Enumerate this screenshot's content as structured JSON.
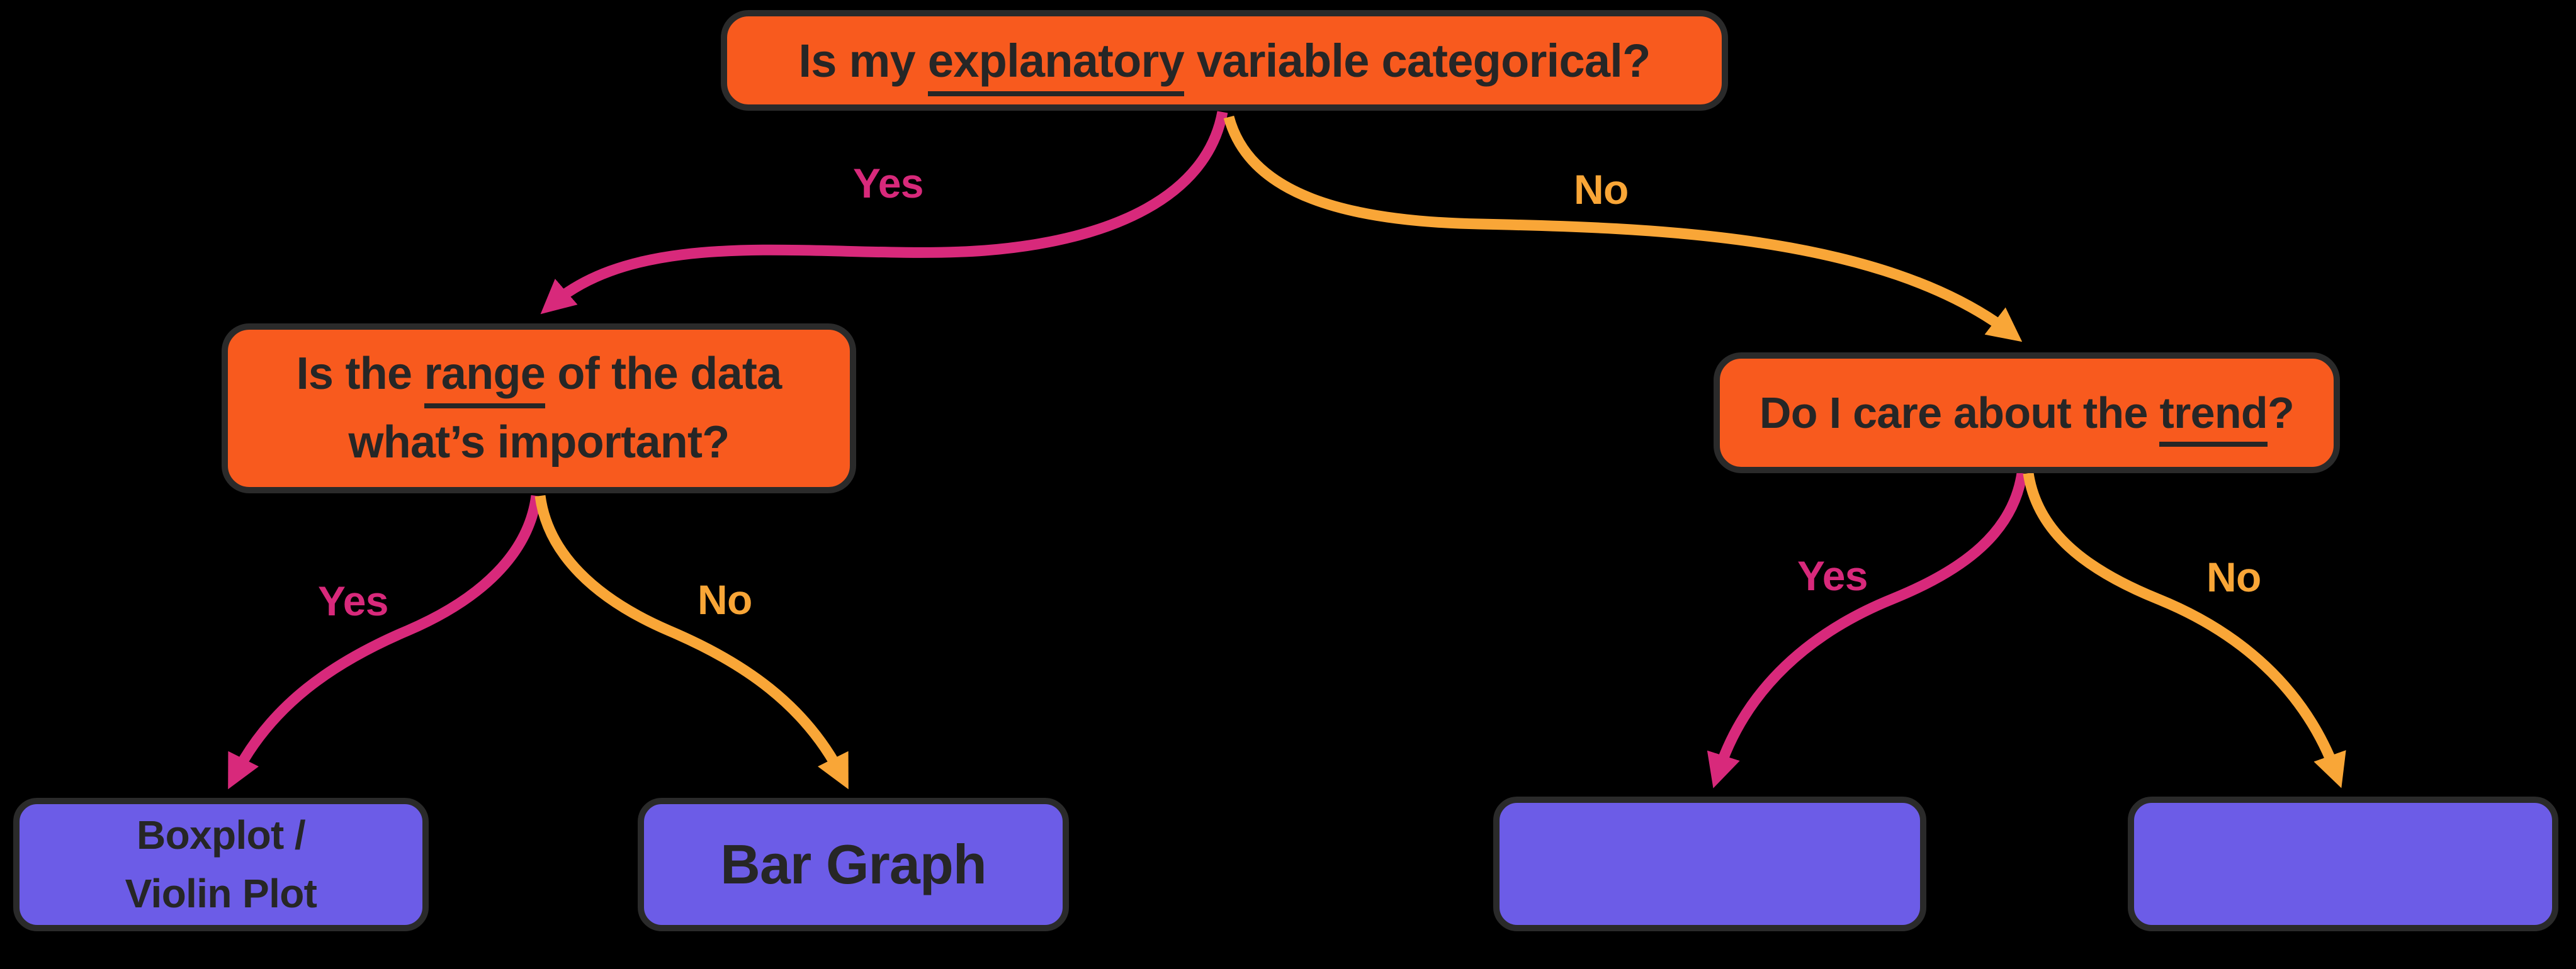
{
  "colors": {
    "background": "#000000",
    "box_orange": "#F85A1E",
    "box_purple": "#6C5CE7",
    "outline": "#2A2A2A",
    "text_dark": "#262626",
    "yes_pink": "#D8297B",
    "no_yellow": "#F9A637"
  },
  "nodes": {
    "root": {
      "pre": "Is my ",
      "underlined": "explanatory",
      "post": " variable categorical?"
    },
    "range": {
      "line1_pre": "Is the ",
      "line1_underlined": "range",
      "line1_post": " of the data",
      "line2": "what’s important?"
    },
    "trend": {
      "pre": "Do I care about the ",
      "underlined": "trend",
      "post": "?"
    },
    "boxplot": {
      "line1": "Boxplot /",
      "line2": "Violin Plot"
    },
    "bargraph": {
      "label": "Bar Graph"
    },
    "empty_left": {
      "label": ""
    },
    "empty_right": {
      "label": ""
    }
  },
  "edges": {
    "root_yes": {
      "label": "Yes"
    },
    "root_no": {
      "label": "No"
    },
    "range_yes": {
      "label": "Yes"
    },
    "range_no": {
      "label": "No"
    },
    "trend_yes": {
      "label": "Yes"
    },
    "trend_no": {
      "label": "No"
    }
  }
}
